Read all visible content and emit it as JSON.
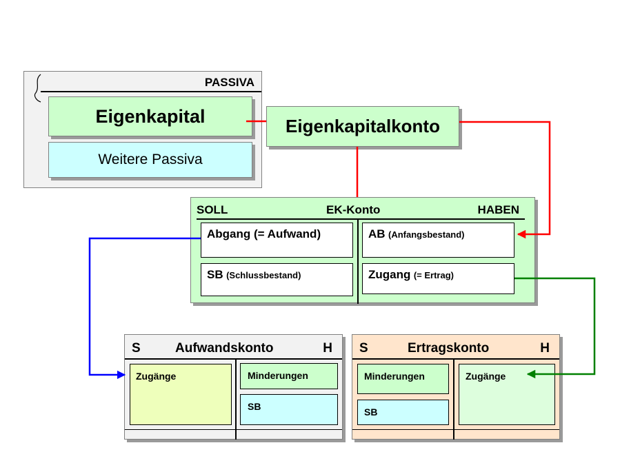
{
  "passiva": {
    "header": "PASSIVA",
    "eigenkapital": "Eigenkapital",
    "weitere": "Weitere Passiva"
  },
  "ek_konto_box": {
    "title": "Eigenkapitalkonto"
  },
  "ek_account": {
    "soll": "SOLL",
    "title": "EK-Konto",
    "haben": "HABEN",
    "abgang": "Abgang (= Aufwand)",
    "sb_main": "SB",
    "sb_sub": "(Schlussbestand)",
    "ab_main": "AB",
    "ab_sub": "(Anfangsbestand)",
    "zugang_main": "Zugang",
    "zugang_sub": "(= Ertrag)"
  },
  "aufwandskonto": {
    "s": "S",
    "title": "Aufwandskonto",
    "h": "H",
    "zugaenge": "Zugänge",
    "minderungen": "Minderungen",
    "sb": "SB"
  },
  "ertragskonto": {
    "s": "S",
    "title": "Ertragskonto",
    "h": "H",
    "minderungen": "Minderungen",
    "sb": "SB",
    "zugaenge": "Zugänge"
  },
  "colors": {
    "green_light": "#ccffcc",
    "cyan_light": "#ccffff",
    "yellow_green": "#eeffbb",
    "peach": "#ffe5cc",
    "red": "#ff0000",
    "blue": "#0000ff",
    "green": "#008000"
  }
}
